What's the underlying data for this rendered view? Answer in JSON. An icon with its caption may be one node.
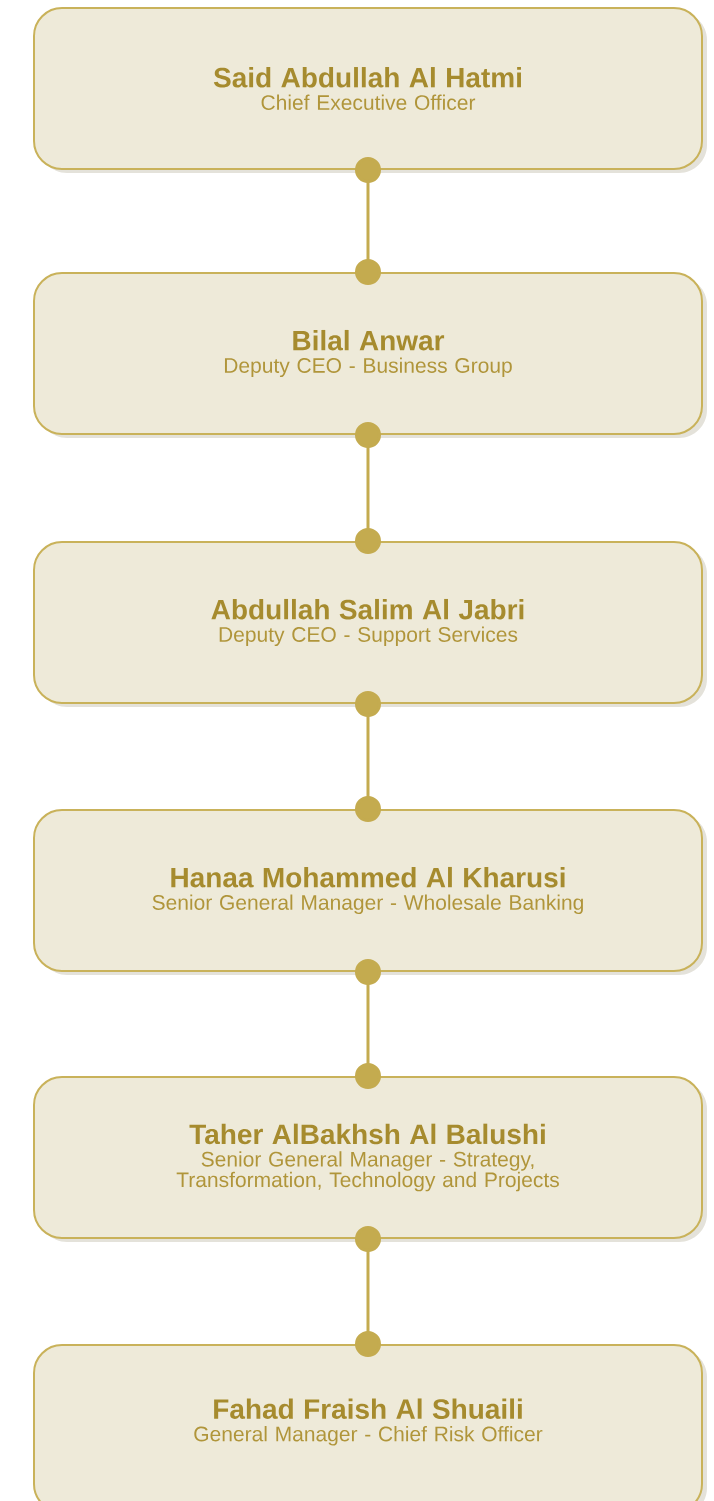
{
  "diagram": {
    "nodes": [
      {
        "text": [
          "Said Abdullah Al Hatmi",
          "Chief Executive Officer"
        ]
      },
      {
        "text": [
          "Bilal Anwar",
          "Deputy CEO - Business Group"
        ]
      },
      {
        "text": [
          "Abdullah Salim Al Jabri",
          "Deputy CEO - Support Services"
        ]
      },
      {
        "text": [
          "Hanaa Mohammed Al Kharusi",
          "Senior General Manager - Wholesale Banking"
        ]
      },
      {
        "text": [
          "Taher AlBakhsh Al Balushi",
          "Senior General Manager - Strategy, Transformation, Technology and Projects"
        ]
      },
      {
        "text": [
          "Fahad Fraish Al Shuaili",
          "General Manager - Chief Risk Officer"
        ]
      }
    ],
    "edges": [
      {
        "from": 0,
        "to": 1,
        "arrow": "other"
      },
      {
        "from": 1,
        "to": 2,
        "arrow": "other"
      },
      {
        "from": 2,
        "to": 3,
        "arrow": "other"
      },
      {
        "from": 3,
        "to": 4,
        "arrow": "other"
      },
      {
        "from": 4,
        "to": 5,
        "arrow": "other"
      }
    ]
  }
}
